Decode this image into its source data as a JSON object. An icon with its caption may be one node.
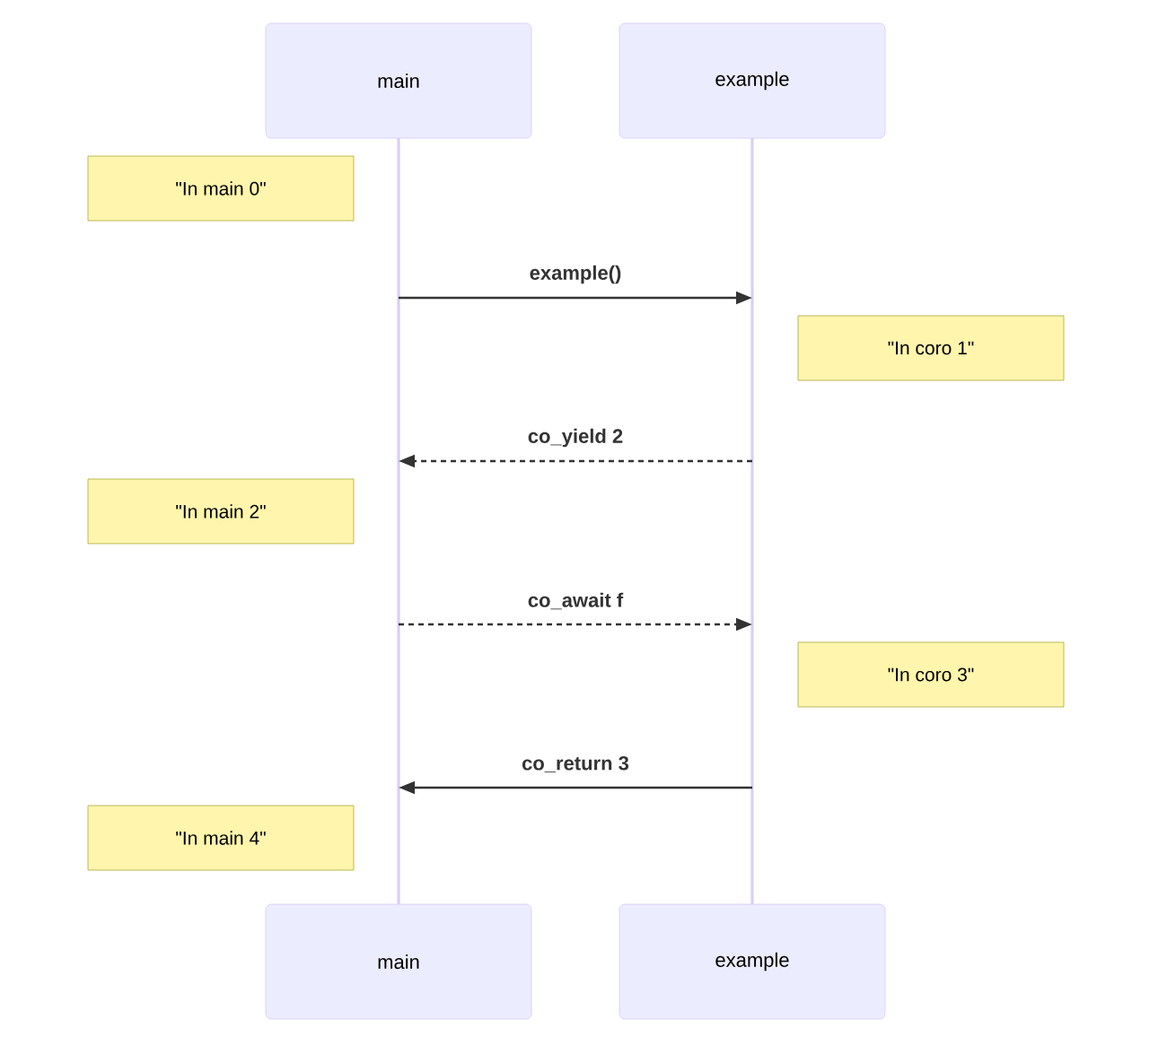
{
  "diagram": {
    "nodes": [
      {
        "text": [
          "main"
        ]
      },
      {
        "text": [
          "example"
        ]
      },
      {
        "text": [],
        "shape": "line"
      },
      {
        "text": [],
        "shape": "line"
      },
      {
        "text": [
          "main"
        ]
      },
      {
        "text": [
          "example"
        ]
      },
      {
        "text": [
          "\"In main 0\""
        ]
      },
      {
        "text": [
          "\"In coro 1\""
        ]
      },
      {
        "text": [
          "\"In main 2\""
        ]
      },
      {
        "text": [
          "\"In coro 3\""
        ]
      },
      {
        "text": [
          "\"In main 4\""
        ]
      }
    ],
    "edges": [
      {
        "from": 2,
        "to": 3,
        "arrow": "to",
        "label": "example()"
      },
      {
        "from": 3,
        "to": 2,
        "arrow": "to",
        "label": "co_yield 2",
        "style": "dashed"
      },
      {
        "from": 2,
        "to": 3,
        "arrow": "to",
        "label": "co_await f",
        "style": "dashed"
      },
      {
        "from": 3,
        "to": 2,
        "arrow": "to",
        "label": "co_return 3"
      }
    ]
  }
}
